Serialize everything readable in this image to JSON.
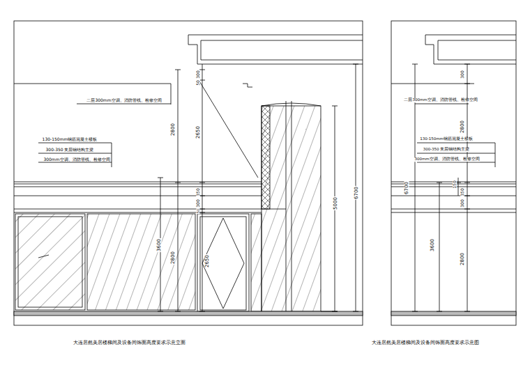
{
  "diagram": {
    "labels": [
      "二层300mm空调、消防管线、检修空间",
      "130-150mm钢筋混凝土楼板",
      "300-350 夹层钢结构主梁",
      "300mm空调、消防管线、检修空间",
      "300",
      "50",
      "2800",
      "2650",
      "300",
      "350",
      "50",
      "3600",
      "2800",
      "2650",
      "5000",
      "6700",
      "300",
      "二层300mm空调、消防管线、检修空间",
      "2800",
      "130-150mm钢筋混凝土楼板",
      "300-350 夹层钢结构主梁",
      "300mm空调、消防管线、检修空间",
      "6700",
      "150",
      "350",
      "300",
      "3600",
      "2800",
      "大连居然美居楼梯间及设备间饰面高度要求示意立面",
      "大连居然美居楼梯间及设备间饰面高度要求示意图"
    ]
  }
}
